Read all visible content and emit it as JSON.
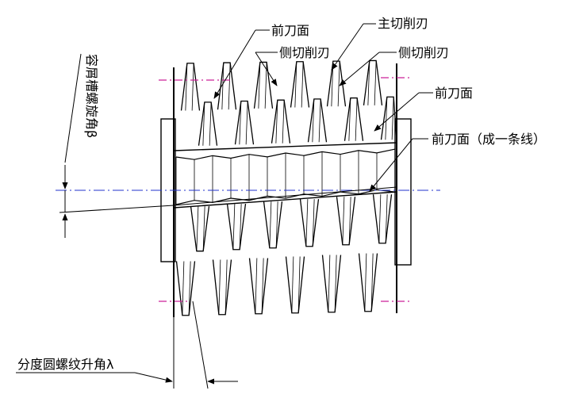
{
  "labels": {
    "rake_face_1": "前刀面",
    "main_cutting_edge": "主切削刃",
    "side_cutting_edge_1": "侧切削刃",
    "side_cutting_edge_2": "侧切削刃",
    "rake_face_2": "前刀面",
    "rake_face_line": "前刀面（成一条线）",
    "flute_helix_angle": "容屑槽螺旋角β",
    "lead_angle": "分度圆螺纹升角λ"
  },
  "colors": {
    "outline": "#000000",
    "axis": "#2233cc",
    "pitch_circle": "#cc2299"
  }
}
